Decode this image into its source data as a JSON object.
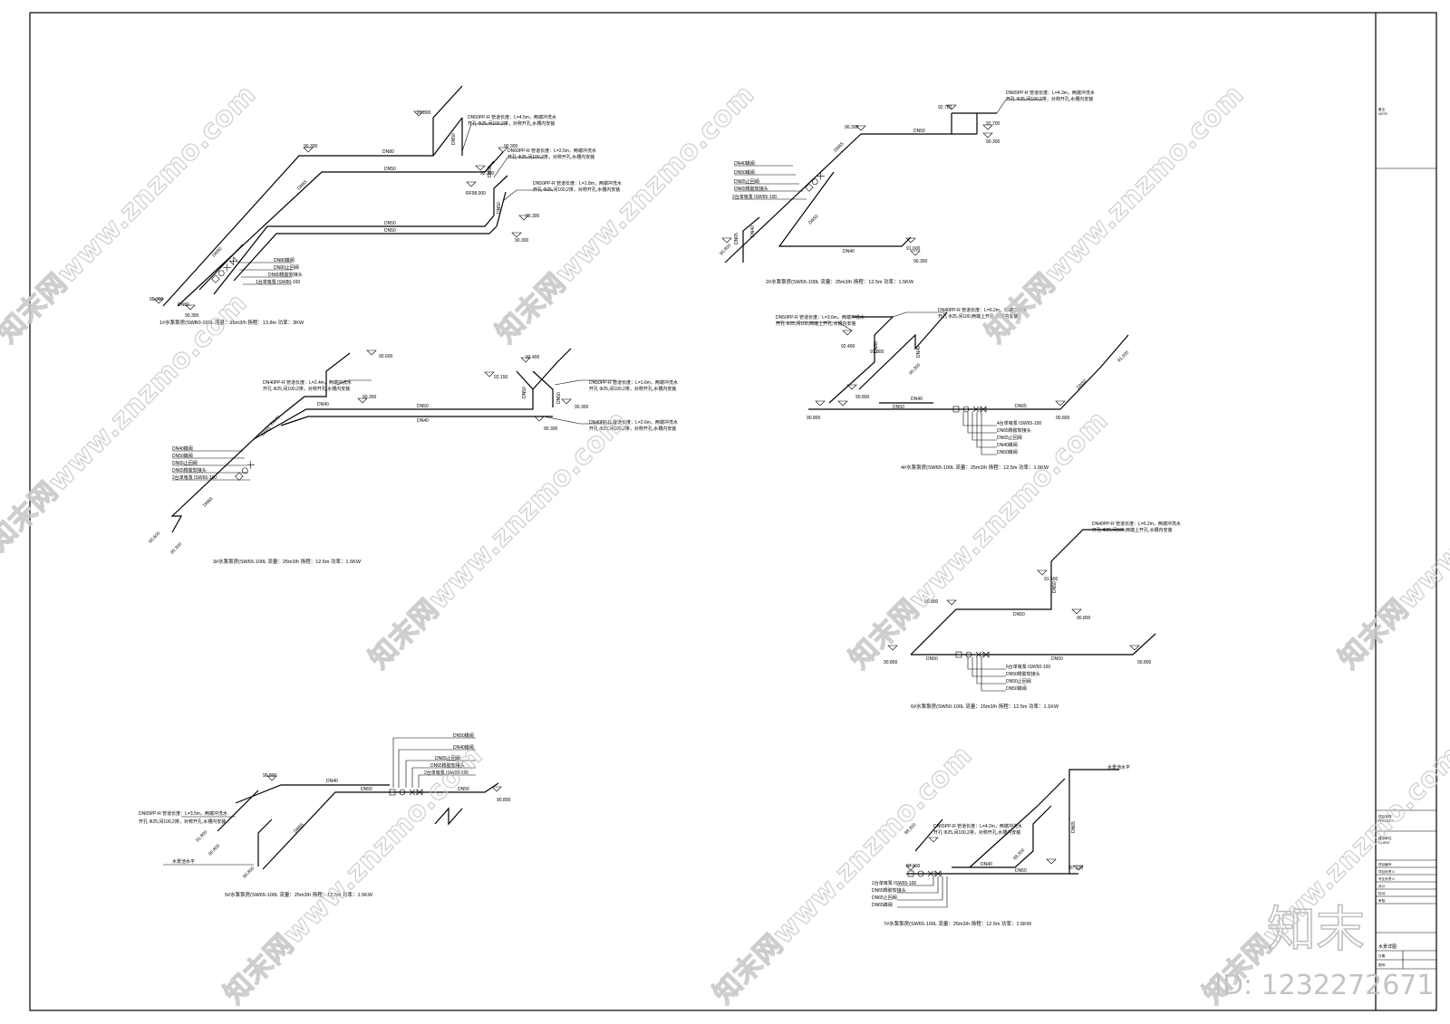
{
  "drawing": {
    "system1": {
      "caption": "1#水泵泵房(SWB0-100L 流量：35m3/h 扬程：13.8m 功率：3KW",
      "elevations": [
        "91.800",
        "90.300",
        "90.300",
        "92.330",
        "RF98.000",
        "90.300",
        "90.300",
        "90.300",
        "90.300"
      ],
      "pipe_labels": [
        "DN80",
        "DN50",
        "DN65",
        "DN80",
        "DN80",
        "DN50",
        "DN50",
        "DN50",
        "DN50",
        "DN50"
      ],
      "notes": [
        "DN50PP-R 管道长度：L=4.5m，两端冲洗水",
        "开孔 Φ25,间100,2排，对称开孔,水槽内安装",
        "DN50PP-R 管道长度：L=2.5m，两端冲洗水",
        "开孔 Φ25,间100,2排，对称开孔,水槽内安装",
        "DN50PP-R 管道长度：L=1.8m，两端冲洗水",
        "开孔 Φ25,间100,2排，对称开孔,水槽内安装"
      ],
      "legend": [
        "DN80蝶阀",
        "DN80止回阀",
        "DN80橡胶软接头",
        "1台单吸泵 ISW80-100"
      ]
    },
    "system2": {
      "caption": "2#水泵泵房(SW65-100L 流量：25m3/h 扬程：12.5m 功率：1.5KW",
      "elevations": [
        "92.700",
        "92.700",
        "90.300",
        "90.300",
        "91.600",
        "90.300",
        "90.800"
      ],
      "pipe_labels": [
        "DN65",
        "DN50",
        "DN50",
        "DN40",
        "DN40",
        "DN65"
      ],
      "notes": [
        "DN65PP-R 管道长度：L=4.3m，两端冲洗水",
        "开孔 Φ25,间100,2排，对称开孔,水槽内安装"
      ],
      "legend": [
        "DN40蝶阀",
        "DN50蝶阀",
        "DN65止回阀",
        "DN65橡胶软接头",
        "2台单吸泵 ISW65-100"
      ]
    },
    "system3": {
      "caption": "3#水泵泵房(SW65-100L 流量：25m3/h 扬程：12.5m 功率：1.5KW",
      "elevations": [
        "90.600",
        "90.300",
        "92.400",
        "92.150",
        "90.300",
        "90.300",
        "90.600",
        "90.300"
      ],
      "pipe_labels": [
        "DN40",
        "DN50",
        "DN40",
        "DN50",
        "DN40",
        "DN65",
        "DN65",
        "DN50"
      ],
      "notes": [
        "DN40PP-R 管道长度：L=2.4m，两端冲洗水",
        "开孔 Φ25,间100,2排，对称开孔,水槽内安装",
        "DN50PP-R 管道长度：L=1.6m，两端冲洗水",
        "开孔 Φ25,间100,2排，对称开孔,水槽内安装",
        "DN40PP-R 管道长度：L=2.6m，两端冲洗水",
        "开孔 Φ25,间100,2排，对称开孔,水槽内安装"
      ],
      "legend": [
        "DN40蝶阀",
        "DN50蝶阀",
        "DN65止回阀",
        "DN65橡胶软接头",
        "2台单吸泵 ISW65-100"
      ]
    },
    "system4": {
      "caption": "4#水泵泵房(SW65-100L 流量：25m3/h 扬程：12.5m 功率：1.5KW",
      "elevations": [
        "92.400",
        "91.800",
        "90.800",
        "90.800",
        "90.800",
        "90.300",
        "91.000"
      ],
      "pipe_labels": [
        "DN40",
        "DN50",
        "DN40",
        "DN50",
        "DN65",
        "DN50"
      ],
      "notes": [
        "DN50PP-R 管道长度：L=3.6m，两端冲洗水",
        "开孔 Φ25,间100,两端上开孔,水槽内安装",
        "DN40PP-R 管道长度：L=6.2m，两端冲洗水",
        "开孔 Φ25,间100,两端上开孔,水槽内安装"
      ],
      "legend": [
        "4台单吸泵 ISW65-100",
        "DN65橡胶软接头",
        "DN65止回阀",
        "DN40蝶阀",
        "DN50蝶阀"
      ]
    },
    "system5": {
      "caption": "5#水泵泵房(SW65-100L 流量：25m3/h 扬程：12.5m 功率：1.5KW",
      "elevations": [
        "90.800",
        "91.800",
        "90.800",
        "90.800",
        "90.800"
      ],
      "pipe_labels": [
        "DN40",
        "DN50",
        "DN65",
        "DN50"
      ],
      "notes": [
        "DN65PP-R 管道长度：L=3.5m，两端冲洗水",
        "开孔 Φ25,间100,2排，对称开孔,水槽内安装",
        "水景池水平"
      ],
      "legend": [
        "DN50蝶阀",
        "DN40蝶阀",
        "DN65止回阀",
        "DN65橡胶软接头",
        "2台单吸泵 ISW65-100"
      ]
    },
    "system6": {
      "caption": "6#水泵泵房(SW50-100L 流量：15m3/h 扬程：12.5m 功率：1.1KW",
      "elevations": [
        "91.500",
        "90.800",
        "90.800",
        "90.800",
        "90.800"
      ],
      "pipe_labels": [
        "DN50",
        "DN50",
        "DN50",
        "DN50"
      ],
      "notes": [
        "DN40PP-R 管道长度：L=6.2m，两端冲洗水",
        "开孔 Φ25,间100,两端上开孔,水槽内安装"
      ],
      "legend": [
        "6台单吸泵 ISW50-100",
        "DN50橡胶软接头",
        "DN50止回阀",
        "DN50蝶阀"
      ]
    },
    "system7": {
      "caption": "7#水泵泵房(SW65-100L 流量：25m3/h 扬程：12.5m 功率：1.5KW",
      "elevations": [
        "88.300",
        "87.100",
        "88.300",
        "87.100"
      ],
      "pipe_labels": [
        "DN40",
        "DN50",
        "DN65"
      ],
      "notes": [
        "DN65PP-R 管道长度：L=4.2m，两端冲洗水",
        "开孔 Φ25,间100,2排，对称开孔,水槽内安装",
        "水景池水平"
      ],
      "legend": [
        "2台单吸泵 ISW65-100",
        "DN65橡胶软接头",
        "DN65止回阀",
        "DN65蝶阀"
      ]
    }
  },
  "title_block": {
    "remark_label": "备注:",
    "remark_value": "NOTE",
    "project_label": "项目名称:",
    "project_value": "PROJECT",
    "client_label": "建设单位:",
    "client_value": "CLIENT",
    "rows": [
      "项目编号:",
      "项目负责人:",
      "专业负责人:",
      "设计:",
      "校对:",
      "审核:"
    ],
    "drawing_title": "水景详图",
    "bottom_rows": [
      "日期:",
      "图号:"
    ]
  },
  "watermark": {
    "text": "知末网www.znzmo.com",
    "logo": "知末",
    "id": "ID: 1232272671"
  }
}
